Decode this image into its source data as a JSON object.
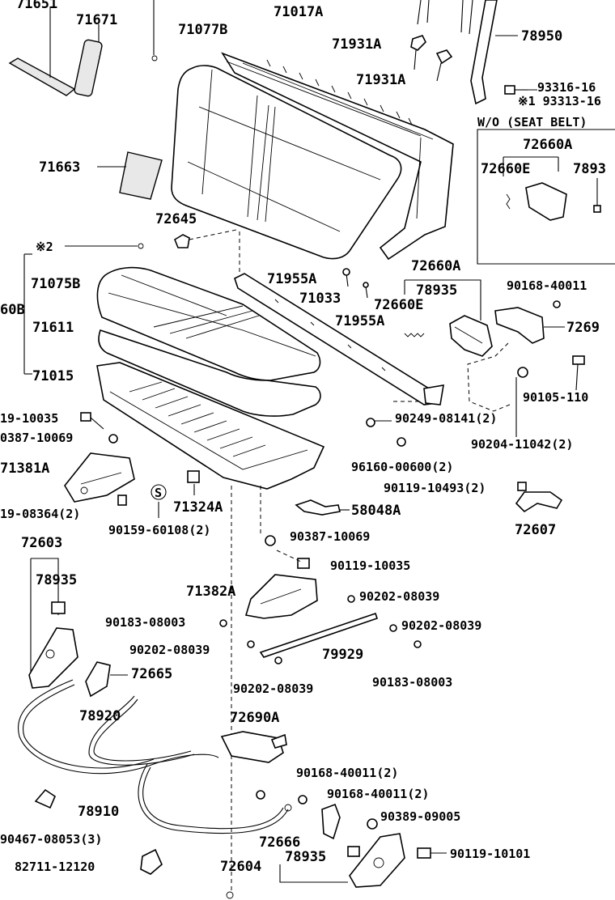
{
  "parts": {
    "p71651": "71651",
    "p71671": "71671",
    "p71077B": "71077B",
    "p71017A": "71017A",
    "p71931A_1": "71931A",
    "p71931A_2": "71931A",
    "p78950": "78950",
    "p93316": "93316-16",
    "p93313": "※1 93313-16",
    "p71663": "71663",
    "p72645": "72645",
    "note2": "※2",
    "p71075B": "71075B",
    "p60B": "60B",
    "p71611": "71611",
    "p71015": "71015",
    "p71955A_1": "71955A",
    "p71033": "71033",
    "p71955A_2": "71955A",
    "p72660E_2": "72660E",
    "p72660A_2": "72660A",
    "p78935_1": "78935",
    "p90168_1": "90168-40011",
    "p7269x": "7269",
    "p90105": "90105-110",
    "p19_10035": "19-10035",
    "p0387_10069": "0387-10069",
    "p90249": "90249-08141(2)",
    "p90204": "90204-11042(2)",
    "p71381A": "71381A",
    "p96160": "96160-00600(2)",
    "p90119_10493": "90119-10493(2)",
    "p19_08364": "19-08364(2)",
    "p71324A": "71324A",
    "p58048A": "58048A",
    "p72607": "72607",
    "p90159": "90159-60108(2)",
    "p72603": "72603",
    "p90387_10069": "90387-10069",
    "p78935_2": "78935",
    "p90119_10035": "90119-10035",
    "p71382A": "71382A",
    "p90202_1": "90202-08039",
    "p90183_1": "90183-08003",
    "p90202_2": "90202-08039",
    "p90202_3": "90202-08039",
    "p79929": "79929",
    "p72665": "72665",
    "p90202_4": "90202-08039",
    "p90183_2": "90183-08003",
    "p78920": "78920",
    "p72690A": "72690A",
    "p90168_2": "90168-40011(2)",
    "p90168_3": "90168-40011(2)",
    "p78910": "78910",
    "p90389": "90389-09005",
    "p90467": "90467-08053(3)",
    "p72666": "72666",
    "p90119_10101": "90119-10101",
    "p82711": "82711-12120",
    "p72604": "72604",
    "p78935_3": "78935"
  },
  "inset": {
    "title": "W/O (SEAT BELT)",
    "p72660A": "72660A",
    "p72660E": "72660E",
    "p7893x": "7893"
  },
  "symbols": {
    "s_circle": "S"
  }
}
